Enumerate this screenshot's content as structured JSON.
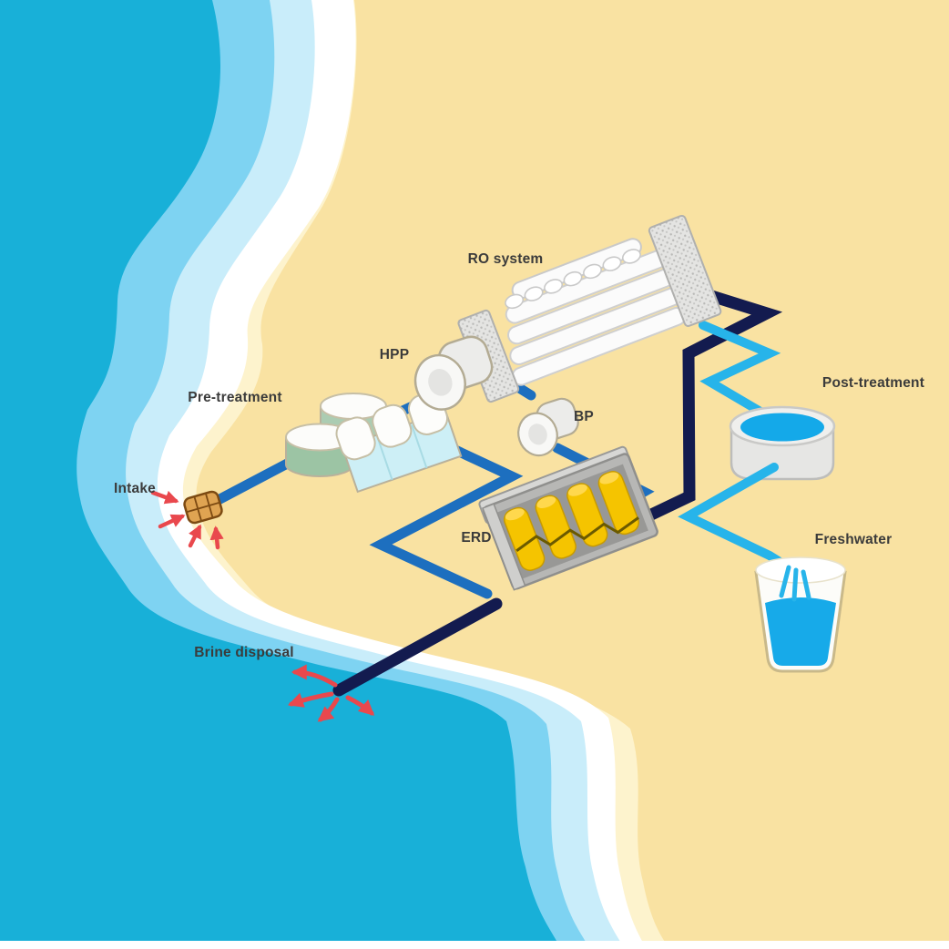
{
  "labels": {
    "intake": "Intake",
    "pre_treatment": "Pre-treatment",
    "hpp": "HPP",
    "ro_system": "RO system",
    "bp": "BP",
    "erd": "ERD",
    "post_treatment": "Post-treatment",
    "freshwater": "Freshwater",
    "brine_disposal": "Brine disposal"
  },
  "colors": {
    "ocean": "#18b0d8",
    "surf_mid_blue": "#7ed3f2",
    "surf_pale_blue": "#c9edfa",
    "surf_white": "#ffffff",
    "beach_cream": "#fdf3cd",
    "sand": "#f9e2a2",
    "seawater_pipe": "#1d6fbf",
    "brine_pipe": "#131b4f",
    "freshwater_pipe": "#27b4ea",
    "tank_water": "#14a9e9",
    "erd_rotor_yellow": "#f5c400",
    "alert_red": "#e9484d",
    "label_text": "#3b3b3b"
  },
  "diagram": {
    "nodes": [
      {
        "id": "intake",
        "label": "Intake"
      },
      {
        "id": "pre_treatment",
        "label": "Pre-treatment"
      },
      {
        "id": "hpp",
        "label": "HPP"
      },
      {
        "id": "ro_system",
        "label": "RO system"
      },
      {
        "id": "bp",
        "label": "BP"
      },
      {
        "id": "erd",
        "label": "ERD"
      },
      {
        "id": "post_treatment",
        "label": "Post-treatment"
      },
      {
        "id": "freshwater",
        "label": "Freshwater"
      },
      {
        "id": "brine_disposal",
        "label": "Brine disposal"
      }
    ],
    "flows": [
      {
        "from": "intake",
        "to": "pre_treatment",
        "stream": "seawater"
      },
      {
        "from": "pre_treatment",
        "to": "hpp",
        "stream": "seawater"
      },
      {
        "from": "hpp",
        "to": "ro_system",
        "stream": "seawater"
      },
      {
        "from": "pre_treatment",
        "to": "erd",
        "stream": "seawater"
      },
      {
        "from": "erd",
        "to": "bp",
        "stream": "seawater"
      },
      {
        "from": "ro_system",
        "to": "erd",
        "stream": "brine"
      },
      {
        "from": "erd",
        "to": "brine_disposal",
        "stream": "brine"
      },
      {
        "from": "ro_system",
        "to": "post_treatment",
        "stream": "freshwater"
      },
      {
        "from": "post_treatment",
        "to": "freshwater",
        "stream": "freshwater"
      }
    ]
  }
}
